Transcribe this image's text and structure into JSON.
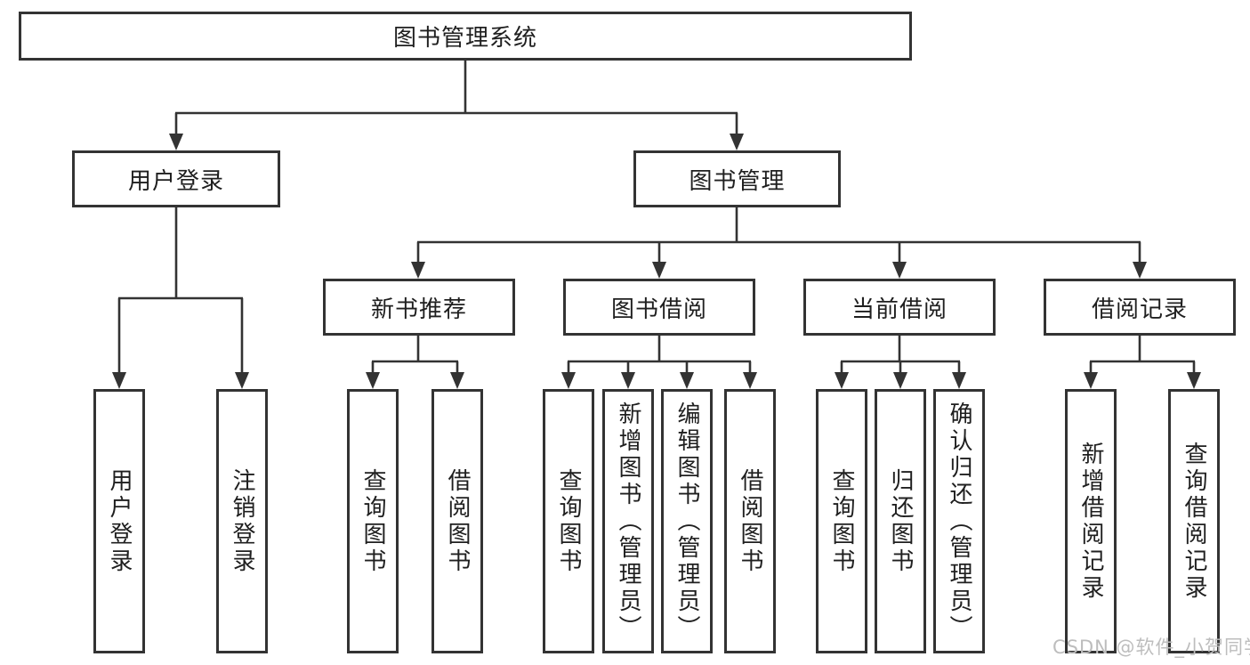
{
  "diagram": {
    "root": "图书管理系统",
    "user_branch": {
      "label": "用户登录",
      "leaves": [
        "用户登录",
        "注销登录"
      ]
    },
    "mgmt_branch": {
      "label": "图书管理",
      "groups": [
        {
          "label": "新书推荐",
          "leaves": [
            "查询图书",
            "借阅图书"
          ]
        },
        {
          "label": "图书借阅",
          "leaves": [
            "查询图书",
            "新增图书（管理员）",
            "编辑图书（管理员）",
            "借阅图书"
          ]
        },
        {
          "label": "当前借阅",
          "leaves": [
            "查询图书",
            "归还图书",
            "确认归还（管理员）"
          ]
        },
        {
          "label": "借阅记录",
          "leaves": [
            "新增借阅记录",
            "查询借阅记录"
          ]
        }
      ]
    }
  },
  "watermark": "CSDN @软件_小贺同学",
  "colors": {
    "line": "#333333",
    "text": "#1f1f1f",
    "watermark": "#bdbdbd",
    "background": "#ffffff"
  }
}
